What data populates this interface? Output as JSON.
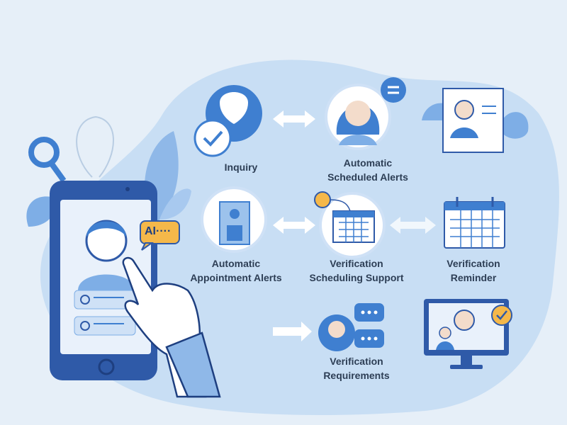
{
  "labels": {
    "inquiry": "Inquiry",
    "scheduled_alerts": [
      "Automatic",
      "Scheduled Alerts"
    ],
    "appointment_alerts": [
      "Automatic",
      "Appointment Alerts"
    ],
    "scheduling_support": [
      "Verification",
      "Scheduling Support"
    ],
    "reminder": [
      "Verification",
      "Reminder"
    ],
    "requirements": [
      "Verification",
      "Requirements"
    ]
  },
  "phone": {
    "ai_bubble": "AI····"
  },
  "colors": {
    "primary": "#3f7fd0",
    "dark": "#2f5aa8",
    "accent": "#f5b84a",
    "blob": "#c8def4"
  }
}
